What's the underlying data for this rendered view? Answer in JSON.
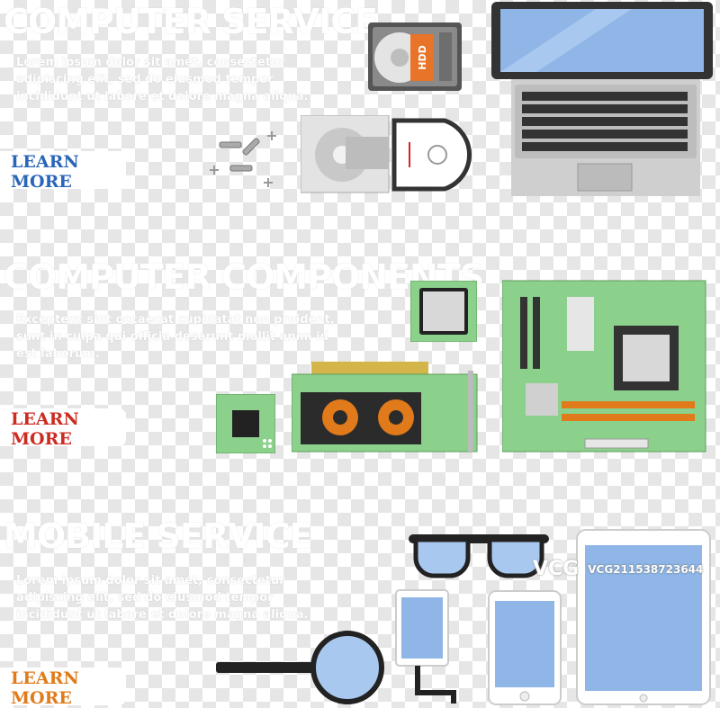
{
  "sections": [
    {
      "title": "COMPUTER SERVICE",
      "description": "Lorem ipsum dolor sit amet, consectetur adipiscing elit, sed do eiusmod tempor incididunt ut labore et dolore magna aliqua.",
      "button": "LEARN MORE",
      "accent": "#2a66b8"
    },
    {
      "title": "COMPUTER COMPONENTS",
      "description": "Excepteur sint occaecat cupidatat non proident, sunt in culpa qui officia deserunt mollit anim id est laborum.",
      "button": "LEARN MORE",
      "accent": "#cc2b22"
    },
    {
      "title": "MOBILE SERVICE",
      "description": "Lorem ipsum dolor sit amet, consectetur adipiscing elit, sed do eiusmod tempor incididunt ut labore et dolore magna aliqua.",
      "button": "LEARN MORE",
      "accent": "#e07b1a"
    }
  ],
  "hdd_label": "HDD",
  "watermark": {
    "logo": "VCG",
    "id": "VCG211538723644"
  },
  "icons": [
    "hdd-icon",
    "laptop-icon",
    "screws-icon",
    "optical-drive-icon",
    "cpu-icon",
    "motherboard-icon",
    "graphics-card-icon",
    "chip-icon",
    "glasses-icon",
    "magnifier-icon",
    "phone-screen-icon",
    "smartphone-icon",
    "tablet-icon"
  ]
}
